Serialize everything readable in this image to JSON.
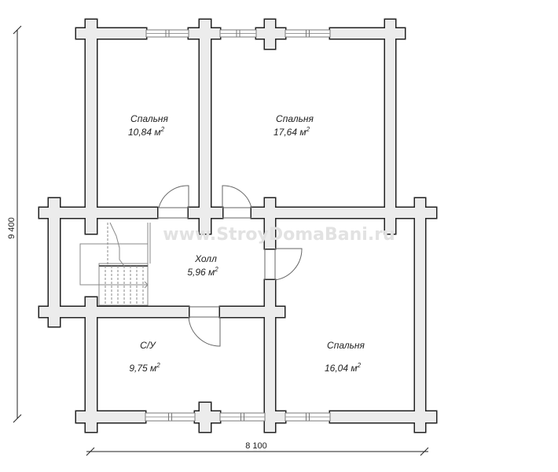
{
  "plan": {
    "watermark": "www.StroyDomaBani.ru",
    "rooms": [
      {
        "name": "Спальня",
        "area": "10,84 м",
        "sup": "2"
      },
      {
        "name": "Спальня",
        "area": "17,64 м",
        "sup": "2"
      },
      {
        "name": "Холл",
        "area": "5,96 м",
        "sup": "2"
      },
      {
        "name": "С/У",
        "area": "9,75 м",
        "sup": "2"
      },
      {
        "name": "Спальня",
        "area": "16,04 м",
        "sup": "2"
      }
    ],
    "dimensions": {
      "height": "9 400",
      "width": "8 100"
    },
    "colors": {
      "wall_fill": "#ececec",
      "wall_stroke": "#222222"
    }
  }
}
